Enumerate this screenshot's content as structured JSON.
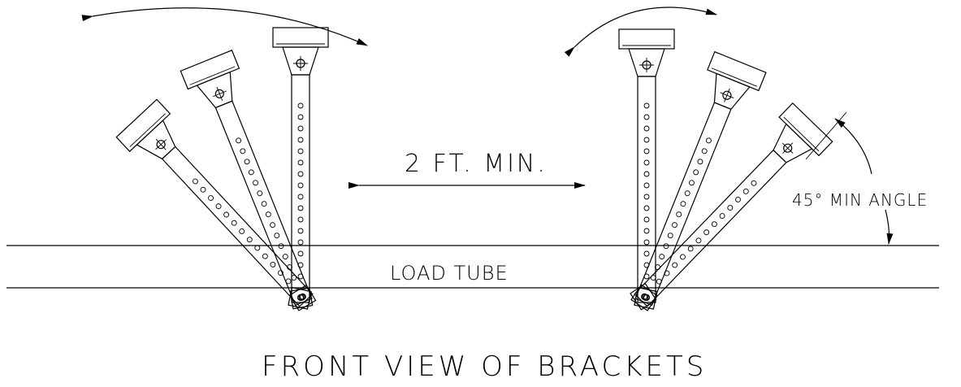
{
  "diagram": {
    "title": "FRONT VIEW OF BRACKETS",
    "spacing_label": "2 FT. MIN.",
    "load_tube_label": "LOAD TUBE",
    "angle_label": "45° MIN ANGLE",
    "ink_color": "#000000",
    "background_color": "#ffffff"
  }
}
